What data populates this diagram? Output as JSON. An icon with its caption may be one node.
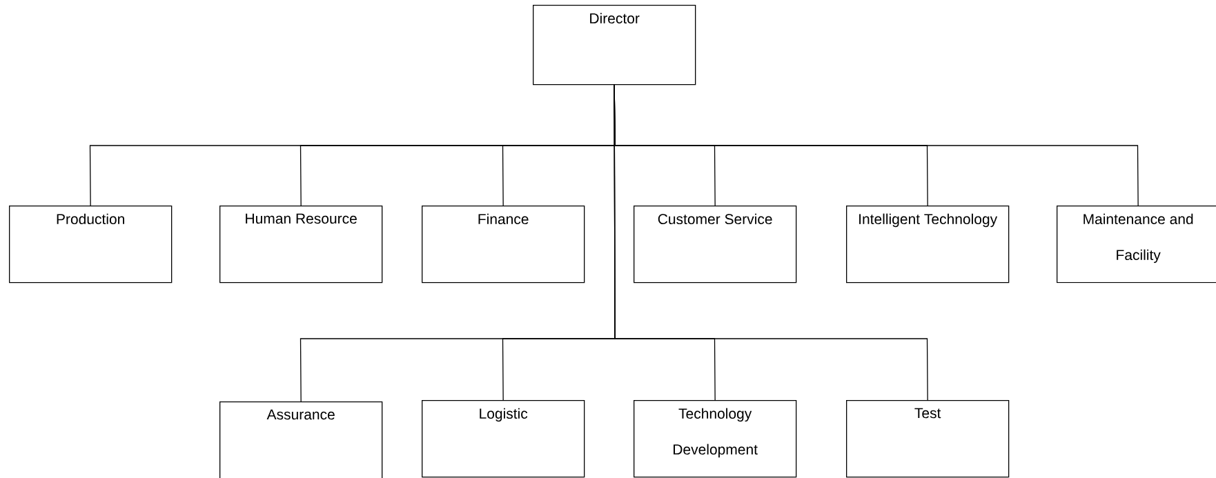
{
  "diagram": {
    "nodes": [
      {
        "text": [
          "Director"
        ]
      },
      {
        "text": [
          "Production"
        ]
      },
      {
        "text": [
          "Human Resource"
        ]
      },
      {
        "text": [
          "Finance"
        ]
      },
      {
        "text": [
          "Customer Service"
        ]
      },
      {
        "text": [
          "Intelligent Technology"
        ]
      },
      {
        "text": [
          "Maintenance and Facility"
        ]
      },
      {
        "text": [
          "Assurance"
        ]
      },
      {
        "text": [
          "Logistic"
        ]
      },
      {
        "text": [
          "Technology Development"
        ]
      },
      {
        "text": [
          "Test"
        ]
      }
    ],
    "edges": [
      {
        "from": 0,
        "to": 1,
        "arrow": "none"
      },
      {
        "from": 0,
        "to": 2,
        "arrow": "none"
      },
      {
        "from": 0,
        "to": 3,
        "arrow": "none"
      },
      {
        "from": 0,
        "to": 4,
        "arrow": "none"
      },
      {
        "from": 0,
        "to": 5,
        "arrow": "none"
      },
      {
        "from": 0,
        "to": 6,
        "arrow": "none"
      },
      {
        "from": 0,
        "to": 7,
        "arrow": "none"
      },
      {
        "from": 0,
        "to": 8,
        "arrow": "none"
      },
      {
        "from": 0,
        "to": 9,
        "arrow": "none"
      },
      {
        "from": 0,
        "to": 10,
        "arrow": "none"
      }
    ]
  }
}
